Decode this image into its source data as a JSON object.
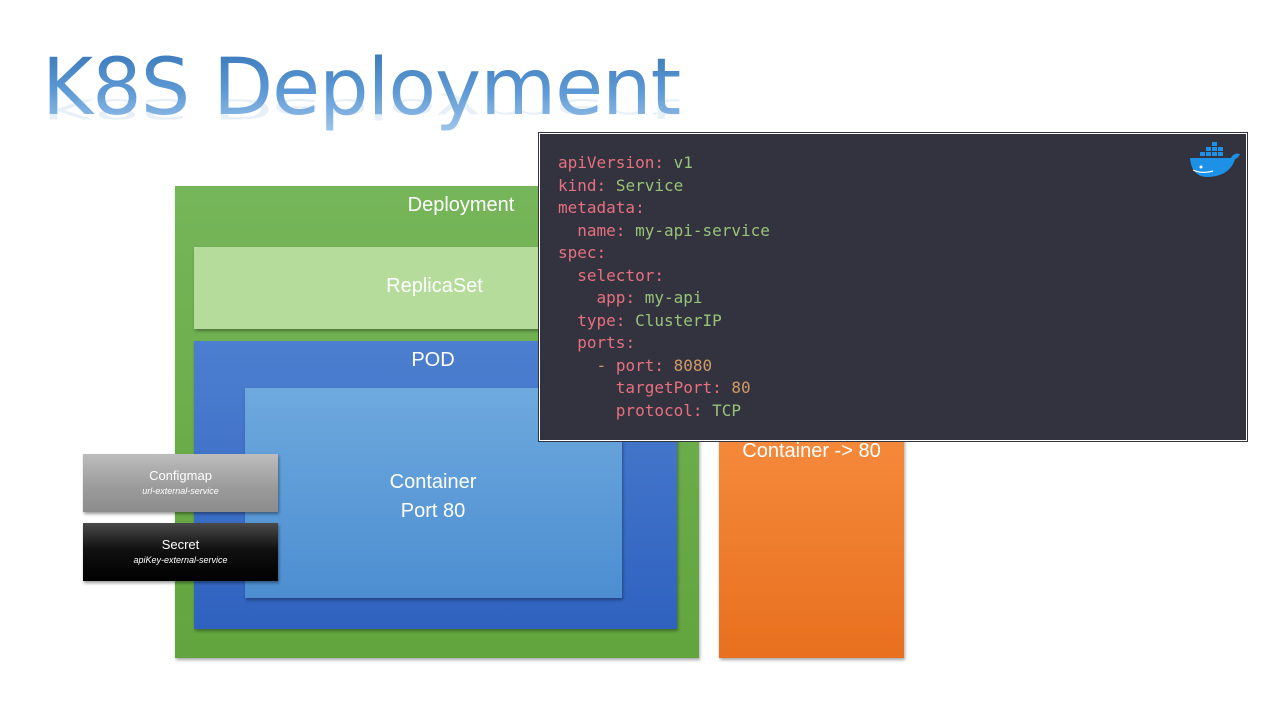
{
  "title": "K8S Deployment",
  "diagram": {
    "deployment_label": "Deployment",
    "replicaset_label": "ReplicaSet",
    "pod_label": "POD",
    "container_label_line1": "Container",
    "container_label_line2": "Port 80",
    "orange_label": "Container -> 80",
    "configmap": {
      "title": "Configmap",
      "subtitle": "url-external-service"
    },
    "secret": {
      "title": "Secret",
      "subtitle": "apiKey-external-service"
    }
  },
  "code": {
    "lines": [
      {
        "indent": "",
        "key": "apiVersion",
        "value": "v1",
        "value_type": "string"
      },
      {
        "indent": "",
        "key": "kind",
        "value": "Service",
        "value_type": "string"
      },
      {
        "indent": "",
        "key": "metadata",
        "value": "",
        "value_type": "none"
      },
      {
        "indent": "  ",
        "key": "name",
        "value": "my-api-service",
        "value_type": "string"
      },
      {
        "indent": "",
        "key": "spec",
        "value": "",
        "value_type": "none"
      },
      {
        "indent": "  ",
        "key": "selector",
        "value": "",
        "value_type": "none"
      },
      {
        "indent": "    ",
        "key": "app",
        "value": "my-api",
        "value_type": "string"
      },
      {
        "indent": "  ",
        "key": "type",
        "value": "ClusterIP",
        "value_type": "string"
      },
      {
        "indent": "  ",
        "key": "ports",
        "value": "",
        "value_type": "none"
      },
      {
        "indent": "    - ",
        "key": "port",
        "value": "8080",
        "value_type": "number"
      },
      {
        "indent": "      ",
        "key": "targetPort",
        "value": "80",
        "value_type": "number"
      },
      {
        "indent": "      ",
        "key": "protocol",
        "value": "TCP",
        "value_type": "string"
      }
    ],
    "icon": "docker-whale-icon"
  },
  "colors": {
    "deployment": "#6aab47",
    "replicaset": "#b5dc9a",
    "pod": "#3a6cc6",
    "container": "#5a9bd8",
    "orange": "#ee7d2e",
    "code_bg": "#32333f",
    "code_key": "#e8707e",
    "code_string": "#98c379",
    "code_number": "#d19a66"
  }
}
